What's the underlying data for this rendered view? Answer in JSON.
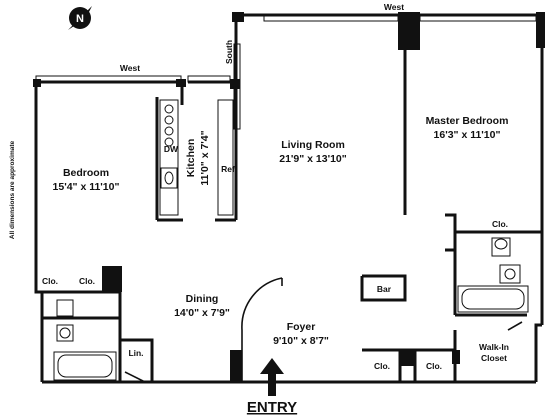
{
  "plan": {
    "compass": {
      "letter": "N",
      "icon": "compass-north-icon"
    },
    "note": "All dimensions are approximate",
    "exposures": {
      "west_left": "West",
      "west_right": "West",
      "south": "South"
    },
    "rooms": {
      "bedroom": {
        "name": "Bedroom",
        "dims": "15'4\" x 11'10\""
      },
      "kitchen": {
        "name": "Kitchen",
        "dims": "11'0\" x 7'4\""
      },
      "living_room": {
        "name": "Living Room",
        "dims": "21'9\" x 13'10\""
      },
      "master_bedroom": {
        "name": "Master Bedroom",
        "dims": "16'3\" x 11'10\""
      },
      "dining": {
        "name": "Dining",
        "dims": "14'0\" x 7'9\""
      },
      "foyer": {
        "name": "Foyer",
        "dims": "9'10\" x 8'7\""
      },
      "walk_in_closet": {
        "line1": "Walk-In",
        "line2": "Closet"
      }
    },
    "fixtures": {
      "dw": "DW",
      "ref": "Ref",
      "bar": "Bar",
      "lin": "Lin.",
      "clo_bed_1": "Clo.",
      "clo_bed_2": "Clo.",
      "clo_master": "Clo.",
      "clo_foyer_1": "Clo.",
      "clo_foyer_2": "Clo."
    },
    "entry": "ENTRY"
  }
}
